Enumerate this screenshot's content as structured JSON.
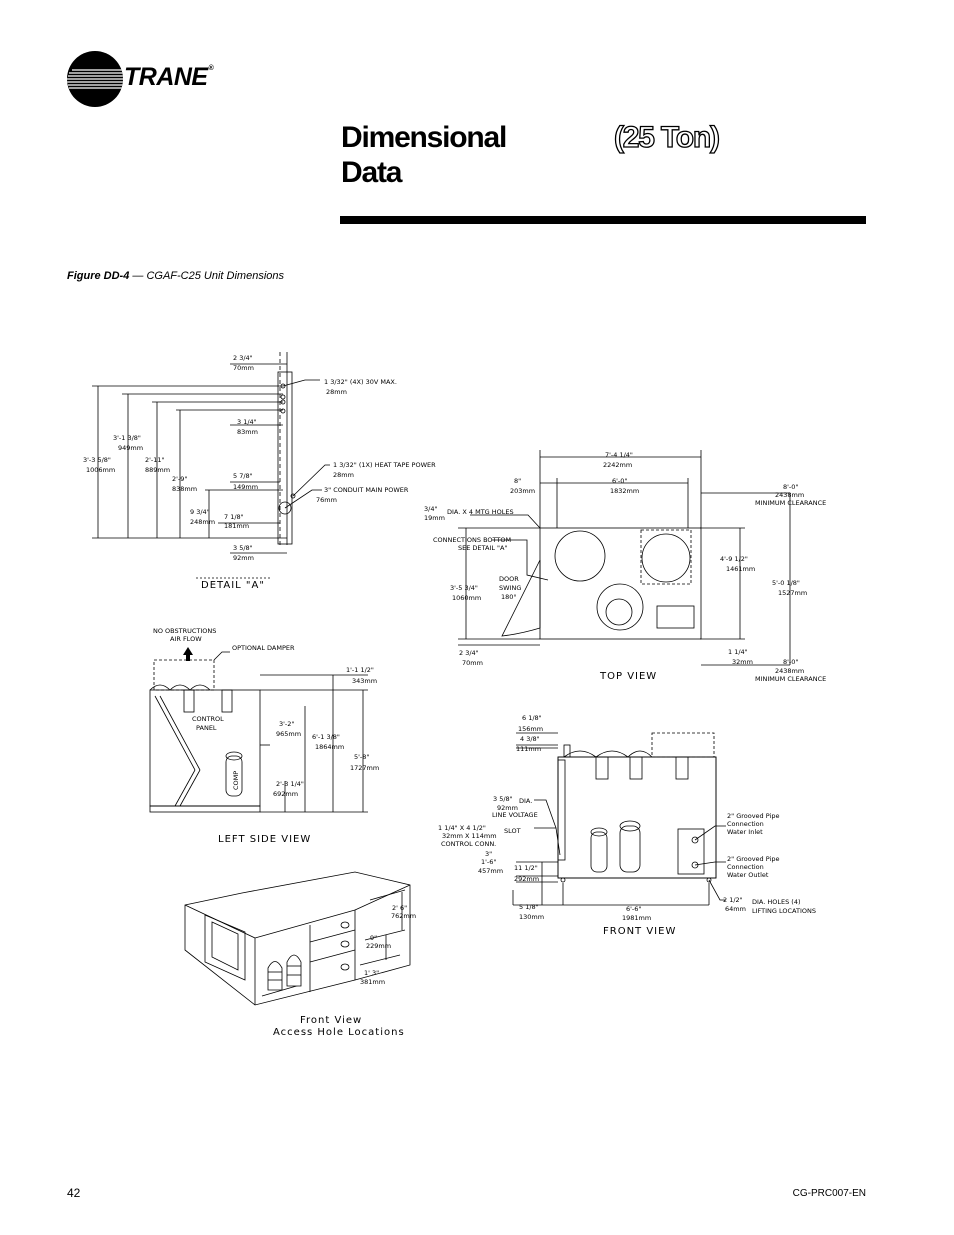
{
  "header": {
    "brand": "TRANE",
    "registered_mark": "®",
    "title_line1": "Dimensional",
    "title_line2": "Data",
    "tonnage": "(25 Ton)"
  },
  "figure": {
    "label": "Figure DD-4",
    "title": " — CGAF-C25 Unit Dimensions"
  },
  "detail_a": {
    "view_title": "DETAIL \"A\"",
    "d1": "2 3/4\"",
    "d1_mm": "70mm",
    "d2": "1 3/32\" (4X) 30V MAX.",
    "d2_mm": "28mm",
    "d3": "3 1/4\"",
    "d3_mm": "83mm",
    "d4": "1 3/32\" (1X) HEAT TAPE POWER",
    "d4_mm": "28mm",
    "d5": "5 7/8\"",
    "d5_mm": "149mm",
    "d6": "3\" CONDUIT MAIN POWER",
    "d6_mm": "76mm",
    "d7": "7 1/8\"",
    "d7_mm": "181mm",
    "d8": "3 5/8\"",
    "d8_mm": "92mm",
    "h1": "3'-3 5/8\"",
    "h1_mm": "1006mm",
    "h2": "3'-1 3/8\"",
    "h2_mm": "949mm",
    "h3": "2'-11\"",
    "h3_mm": "889mm",
    "h4": "2'-9\"",
    "h4_mm": "838mm",
    "h5": "9 3/4\"",
    "h5_mm": "248mm"
  },
  "top_view": {
    "view_title": "TOP VIEW",
    "w_total": "7'-4 1/4\"",
    "w_total_mm": "2242mm",
    "w_left": "8\"",
    "w_left_mm": "203mm",
    "w_mid": "6'-0\"",
    "w_mid_mm": "1832mm",
    "clear_top": "8'-0\"",
    "clear_top_mm": "2438mm",
    "clear_top_note": "MINIMUM CLEARANCE",
    "holes": "3/4\"",
    "holes_mm": "19mm",
    "holes_note": "DIA. X 4 MTG HOLES",
    "conn_note1": "CONNECTIONS BOTTOM",
    "conn_note2": "SEE DETAIL \"A\"",
    "door1": "DOOR",
    "door2": "SWING",
    "door3": "180°",
    "depth_left": "3'-5 3/4\"",
    "depth_left_mm": "1060mm",
    "depth_in": "4'-9 1/2\"",
    "depth_in_mm": "1461mm",
    "depth_out": "5'-0 1/8\"",
    "depth_out_mm": "1527mm",
    "bot_left": "2 3/4\"",
    "bot_left_mm": "70mm",
    "bot_right": "1 1/4\"",
    "bot_right_mm": "32mm",
    "clear_bot": "8'-0\"",
    "clear_bot_mm": "2438mm",
    "clear_bot_note": "MINIMUM CLEARANCE"
  },
  "left_side_view": {
    "view_title": "LEFT SIDE VIEW",
    "no_obstr1": "NO OBSTRUCTIONS",
    "no_obstr2": "AIR FLOW",
    "damper": "OPTIONAL DAMPER",
    "d1": "1'-1 1/2\"",
    "d1_mm": "343mm",
    "panel1": "CONTROL",
    "panel2": "PANEL",
    "d2": "3'-2\"",
    "d2_mm": "965mm",
    "d3": "6'-1 3/8\"",
    "d3_mm": "1864mm",
    "d4": "5'-8\"",
    "d4_mm": "1727mm",
    "comp": "COMP",
    "d5": "2'-3 1/4\"",
    "d5_mm": "692mm"
  },
  "front_view": {
    "view_title": "FRONT VIEW",
    "t1": "6 1/8\"",
    "t1_mm": "156mm",
    "t2": "4 3/8\"",
    "t2_mm": "111mm",
    "lv": "3 5/8\"",
    "lv_note": "DIA.",
    "lv_mm": "92mm",
    "lv_note2": "LINE VOLTAGE",
    "slot": "1 1/4\" X 4 1/2\"",
    "slot_note": "SLOT",
    "slot_mm": "32mm X 114mm",
    "slot_note2": "CONTROL CONN.",
    "s1": "3\"",
    "s2": "1'-6\"",
    "s2_mm": "457mm",
    "s3": "11 1/2\"",
    "s3_mm": "292mm",
    "inlet1": "2\" Grooved Pipe",
    "inlet2": "Connection",
    "inlet3": "Water Inlet",
    "outlet1": "2\" Grooved Pipe",
    "outlet2": "Connection",
    "outlet3": "Water Outlet",
    "b1": "5 1/8\"",
    "b1_mm": "130mm",
    "b2": "6'-6\"",
    "b2_mm": "1981mm",
    "b3": "2 1/2\"",
    "b3_mm": "64mm",
    "b3_note1": "DIA. HOLES (4)",
    "b3_note2": "LIFTING LOCATIONS"
  },
  "iso_view": {
    "title1": "Front View",
    "title2": "Access Hole Locations",
    "d1": "2' 6\"",
    "d1_mm": "762mm",
    "d2": "9\"",
    "d2_mm": "229mm",
    "d3": "1' 3\"",
    "d3_mm": "381mm"
  },
  "footer": {
    "page_number": "42",
    "doc_code": "CG-PRC007-EN"
  }
}
